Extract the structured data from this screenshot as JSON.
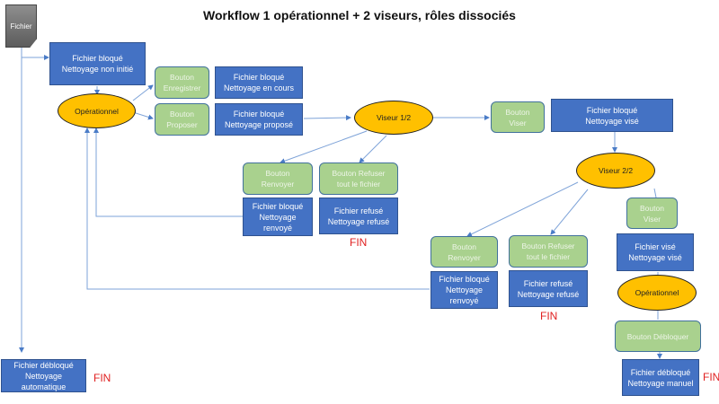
{
  "title": "Workflow 1 opérationnel + 2 viseurs, rôles dissociés",
  "document": {
    "label": "Fichier",
    "icon": "document-icon"
  },
  "roles": {
    "operationnel_1": "Opérationnel",
    "viseur_1": "Viseur 1/2",
    "viseur_2": "Viseur 2/2",
    "operationnel_2": "Opérationnel"
  },
  "buttons": {
    "enregistrer": [
      "Bouton",
      "Enregistrer"
    ],
    "proposer": [
      "Bouton",
      "Proposer"
    ],
    "viser_1": [
      "Bouton",
      "Viser"
    ],
    "renvoyer_1": [
      "Bouton",
      "Renvoyer"
    ],
    "refuser_1": [
      "Bouton Refuser",
      "tout le fichier"
    ],
    "renvoyer_2": [
      "Bouton",
      "Renvoyer"
    ],
    "refuser_2": [
      "Bouton Refuser",
      "tout le fichier"
    ],
    "viser_2": [
      "Bouton",
      "Viser"
    ],
    "debloquer": [
      "Bouton Débloquer"
    ]
  },
  "states": {
    "non_initie": [
      "Fichier bloqué",
      "Nettoyage non initié"
    ],
    "en_cours": [
      "Fichier bloqué",
      "Nettoyage en cours"
    ],
    "propose": [
      "Fichier bloqué",
      "Nettoyage proposé"
    ],
    "vise_1": [
      "Fichier bloqué",
      "Nettoyage visé"
    ],
    "renvoye_1": [
      "Fichier bloqué",
      "Nettoyage",
      "renvoyé"
    ],
    "refuse_1": [
      "Fichier refusé",
      "Nettoyage refusé"
    ],
    "renvoye_2": [
      "Fichier bloqué",
      "Nettoyage",
      "renvoyé"
    ],
    "refuse_2": [
      "Fichier refusé",
      "Nettoyage refusé"
    ],
    "vise_2": [
      "Fichier visé",
      "Nettoyage visé"
    ],
    "auto": [
      "Fichier débloqué",
      "Nettoyage",
      "automatique"
    ],
    "manuel": [
      "Fichier débloqué",
      "Nettoyage manuel"
    ]
  },
  "end_label": "FIN",
  "colors": {
    "state_fill": "#4472c4",
    "button_fill": "#a9d18e",
    "role_fill": "#ffc000",
    "connector": "#5b8bd0",
    "end_text": "#e02020"
  }
}
